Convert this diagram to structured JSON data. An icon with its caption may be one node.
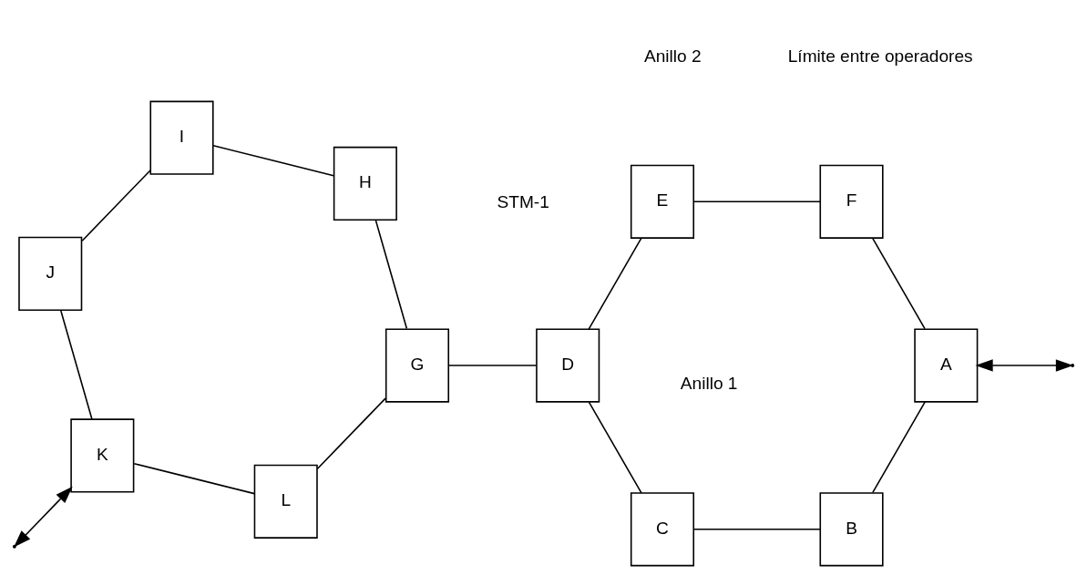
{
  "diagram": {
    "nodes": [
      {
        "text": [
          "C"
        ]
      },
      {
        "text": [
          "L"
        ]
      },
      {
        "text": [
          "B"
        ]
      },
      {
        "text": [
          "D"
        ]
      },
      {
        "text": [
          "G"
        ]
      },
      {
        "text": [
          "K"
        ]
      },
      {
        "text": [
          "A"
        ]
      },
      {
        "text": [
          "E"
        ]
      },
      {
        "text": [
          "H"
        ]
      },
      {
        "text": [
          "J"
        ]
      },
      {
        "text": [
          "F"
        ]
      },
      {
        "text": [
          "I"
        ]
      }
    ],
    "edges": [
      {
        "from": 6,
        "to": 2,
        "arrow": "none"
      },
      {
        "from": 2,
        "to": 0,
        "arrow": "none"
      },
      {
        "from": 0,
        "to": 3,
        "arrow": "none"
      },
      {
        "from": 3,
        "to": 7,
        "arrow": "none"
      },
      {
        "from": 7,
        "to": 10,
        "arrow": "none"
      },
      {
        "from": 10,
        "to": 6,
        "arrow": "none"
      },
      {
        "from": 4,
        "to": 1,
        "arrow": "none"
      },
      {
        "from": 1,
        "to": 5,
        "arrow": "none"
      },
      {
        "from": 5,
        "to": 9,
        "arrow": "none"
      },
      {
        "from": 9,
        "to": 11,
        "arrow": "none"
      },
      {
        "from": 11,
        "to": 8,
        "arrow": "none"
      },
      {
        "from": 8,
        "to": 4,
        "arrow": "none"
      },
      {
        "from": 3,
        "to": 4,
        "arrow": "none"
      },
      {
        "from": null,
        "to": 6,
        "arrow": "both"
      },
      {
        "from": 5,
        "to": null,
        "arrow": "both"
      }
    ],
    "labels": [
      "STM-1",
      "Anillo 1",
      "Anillo 2",
      "Límite entre operadores"
    ]
  }
}
